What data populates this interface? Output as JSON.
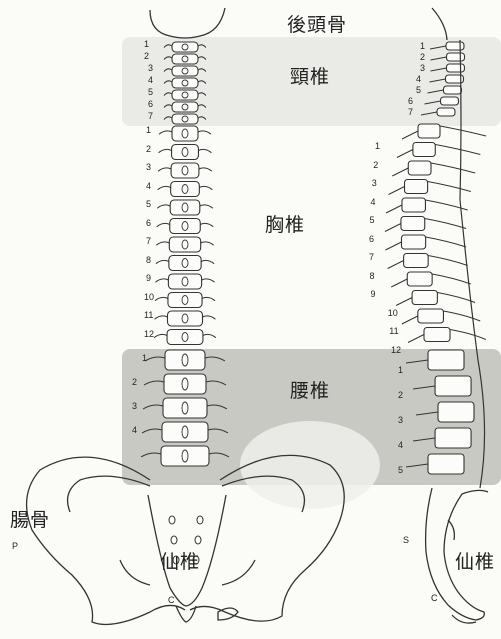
{
  "labels": {
    "occipital": "後頭骨",
    "cervical": "頸椎",
    "thoracic": "胸椎",
    "lumbar": "腰椎",
    "ilium": "腸骨",
    "sacrum_front": "仙椎",
    "sacrum_side": "仙椎"
  },
  "small_marks": {
    "p": "P",
    "coccyx_front": "C",
    "coccyx_side": "C",
    "s_side": "S"
  },
  "front_numbers": {
    "cervical": [
      "1",
      "2",
      "3",
      "4",
      "5",
      "6",
      "7"
    ],
    "thoracic": [
      "1",
      "2",
      "3",
      "4",
      "5",
      "6",
      "7",
      "8",
      "9",
      "10",
      "11",
      "12"
    ],
    "lumbar": [
      "1",
      "2",
      "3",
      "4"
    ]
  },
  "side_numbers": {
    "cervical": [
      "1",
      "2",
      "3",
      "4",
      "5",
      "6",
      "7"
    ],
    "thoracic": [
      "1",
      "2",
      "3",
      "4",
      "5",
      "6",
      "7",
      "8",
      "9",
      "10",
      "11",
      "12"
    ],
    "lumbar": [
      "1",
      "2",
      "3",
      "4",
      "5"
    ]
  },
  "colors": {
    "cervical_band": "#eaeae6",
    "lumbar_band": "#c9c9c4",
    "line": "#333333"
  }
}
